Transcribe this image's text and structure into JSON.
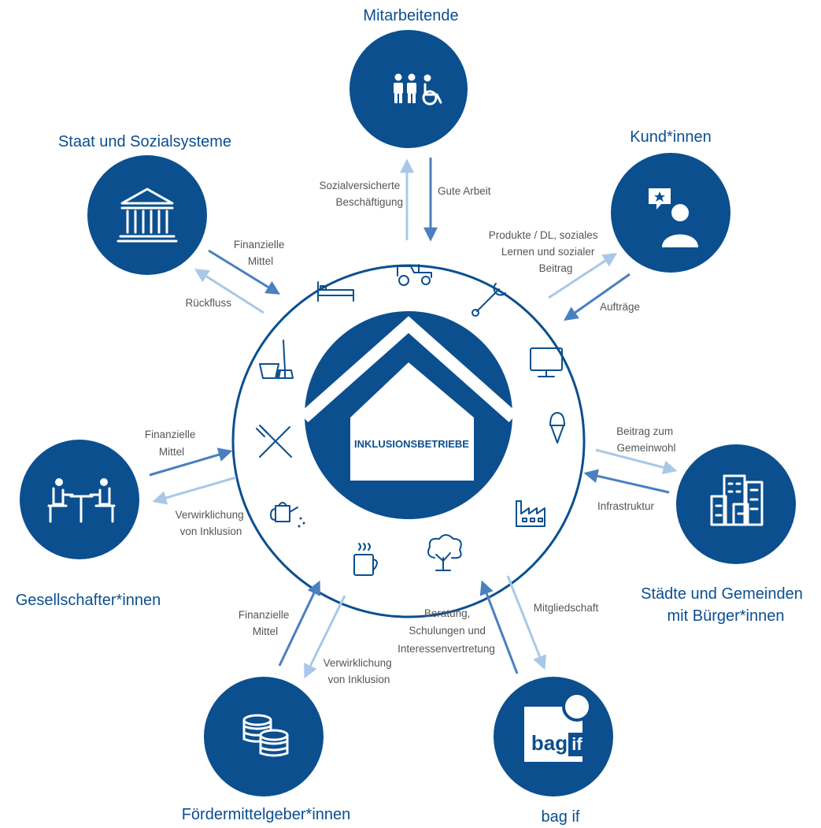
{
  "colors": {
    "primary": "#0b4f8f",
    "light": "#a9c8e8",
    "dark_arrow": "#4a7fc0",
    "text": "#555555"
  },
  "center": {
    "label": "INKLUSIONSBETRIEBE"
  },
  "nodes": {
    "mitarbeitende": {
      "title": "Mitarbeitende",
      "icon": "people-icon"
    },
    "staat": {
      "title": "Staat und Sozialsysteme",
      "icon": "government-building-icon"
    },
    "kunden": {
      "title": "Kund*innen",
      "icon": "customer-review-icon"
    },
    "gesellschafter": {
      "title": "Gesellschafter*innen",
      "icon": "meeting-table-icon"
    },
    "staedte": {
      "title_line1": "Städte und Gemeinden",
      "title_line2": "mit Bürger*innen",
      "icon": "city-buildings-icon"
    },
    "foerder": {
      "title": "Fördermittelgeber*innen",
      "icon": "coins-icon"
    },
    "bagif": {
      "title": "bag if",
      "logo_text": "bag if",
      "icon": "bag-if-logo"
    }
  },
  "edges": {
    "mit_out": [
      "Sozialversicherte",
      "Beschäftigung"
    ],
    "mit_in": [
      "Gute Arbeit"
    ],
    "staat_in": [
      "Finanzielle",
      "Mittel"
    ],
    "staat_out": [
      "Rückfluss"
    ],
    "kunden_out": [
      "Produkte / DL, soziales",
      "Lernen und sozialer",
      "Beitrag"
    ],
    "kunden_in": [
      "Aufträge"
    ],
    "gesell_in": [
      "Finanzielle",
      "Mittel"
    ],
    "gesell_out": [
      "Verwirklichung",
      "von Inklusion"
    ],
    "staedte_out": [
      "Beitrag zum",
      "Gemeinwohl"
    ],
    "staedte_in": [
      "Infrastruktur"
    ],
    "foerder_in": [
      "Finanzielle",
      "Mittel"
    ],
    "foerder_out": [
      "Verwirklichung",
      "von Inklusion"
    ],
    "bag_in": [
      "Beratung,",
      "Schulungen und",
      "Interessenvertretung"
    ],
    "bag_out": [
      "Mitgliedschaft"
    ]
  },
  "ring_icons": [
    "bed-icon",
    "tractor-icon",
    "wrench-icon",
    "monitor-icon",
    "ice-cream-icon",
    "factory-icon",
    "tree-icon",
    "coffee-cup-icon",
    "watering-can-icon",
    "cutlery-icon",
    "cleaning-bucket-icon"
  ]
}
